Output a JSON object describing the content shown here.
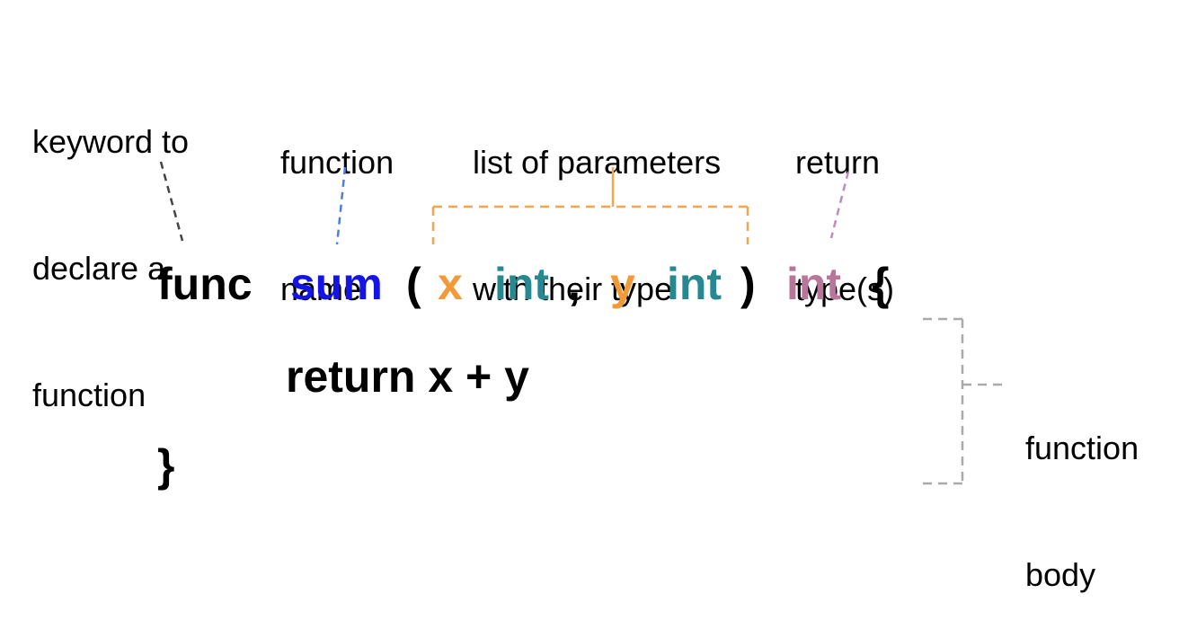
{
  "annotations": {
    "keyword": [
      "keyword to",
      "declare a",
      "function"
    ],
    "function_name": [
      "function",
      "name"
    ],
    "parameters": [
      "list of parameters",
      "with their type"
    ],
    "return_type": [
      "return",
      "type(s)"
    ],
    "function_body": [
      "function",
      "body"
    ]
  },
  "code": {
    "line1": {
      "keyword": "func",
      "name": "sum",
      "open_paren": "(",
      "param1_name": "x",
      "param1_type": "int",
      "comma": ",",
      "param2_name": "y",
      "param2_type": "int",
      "close_paren": ")",
      "return_type": "int",
      "open_brace": "{"
    },
    "line2": "return x + y",
    "line3": "}"
  },
  "colors": {
    "keyword": "#000000",
    "name": "#1414e6",
    "param_name": "#f29a38",
    "param_type": "#25898f",
    "return_type": "#b8769b",
    "keyword_leader": "#444444",
    "name_leader": "#4a7fe0",
    "param_bracket": "#f6a54a",
    "return_leader": "#c08abd",
    "body_bracket": "#aaaaaa"
  }
}
